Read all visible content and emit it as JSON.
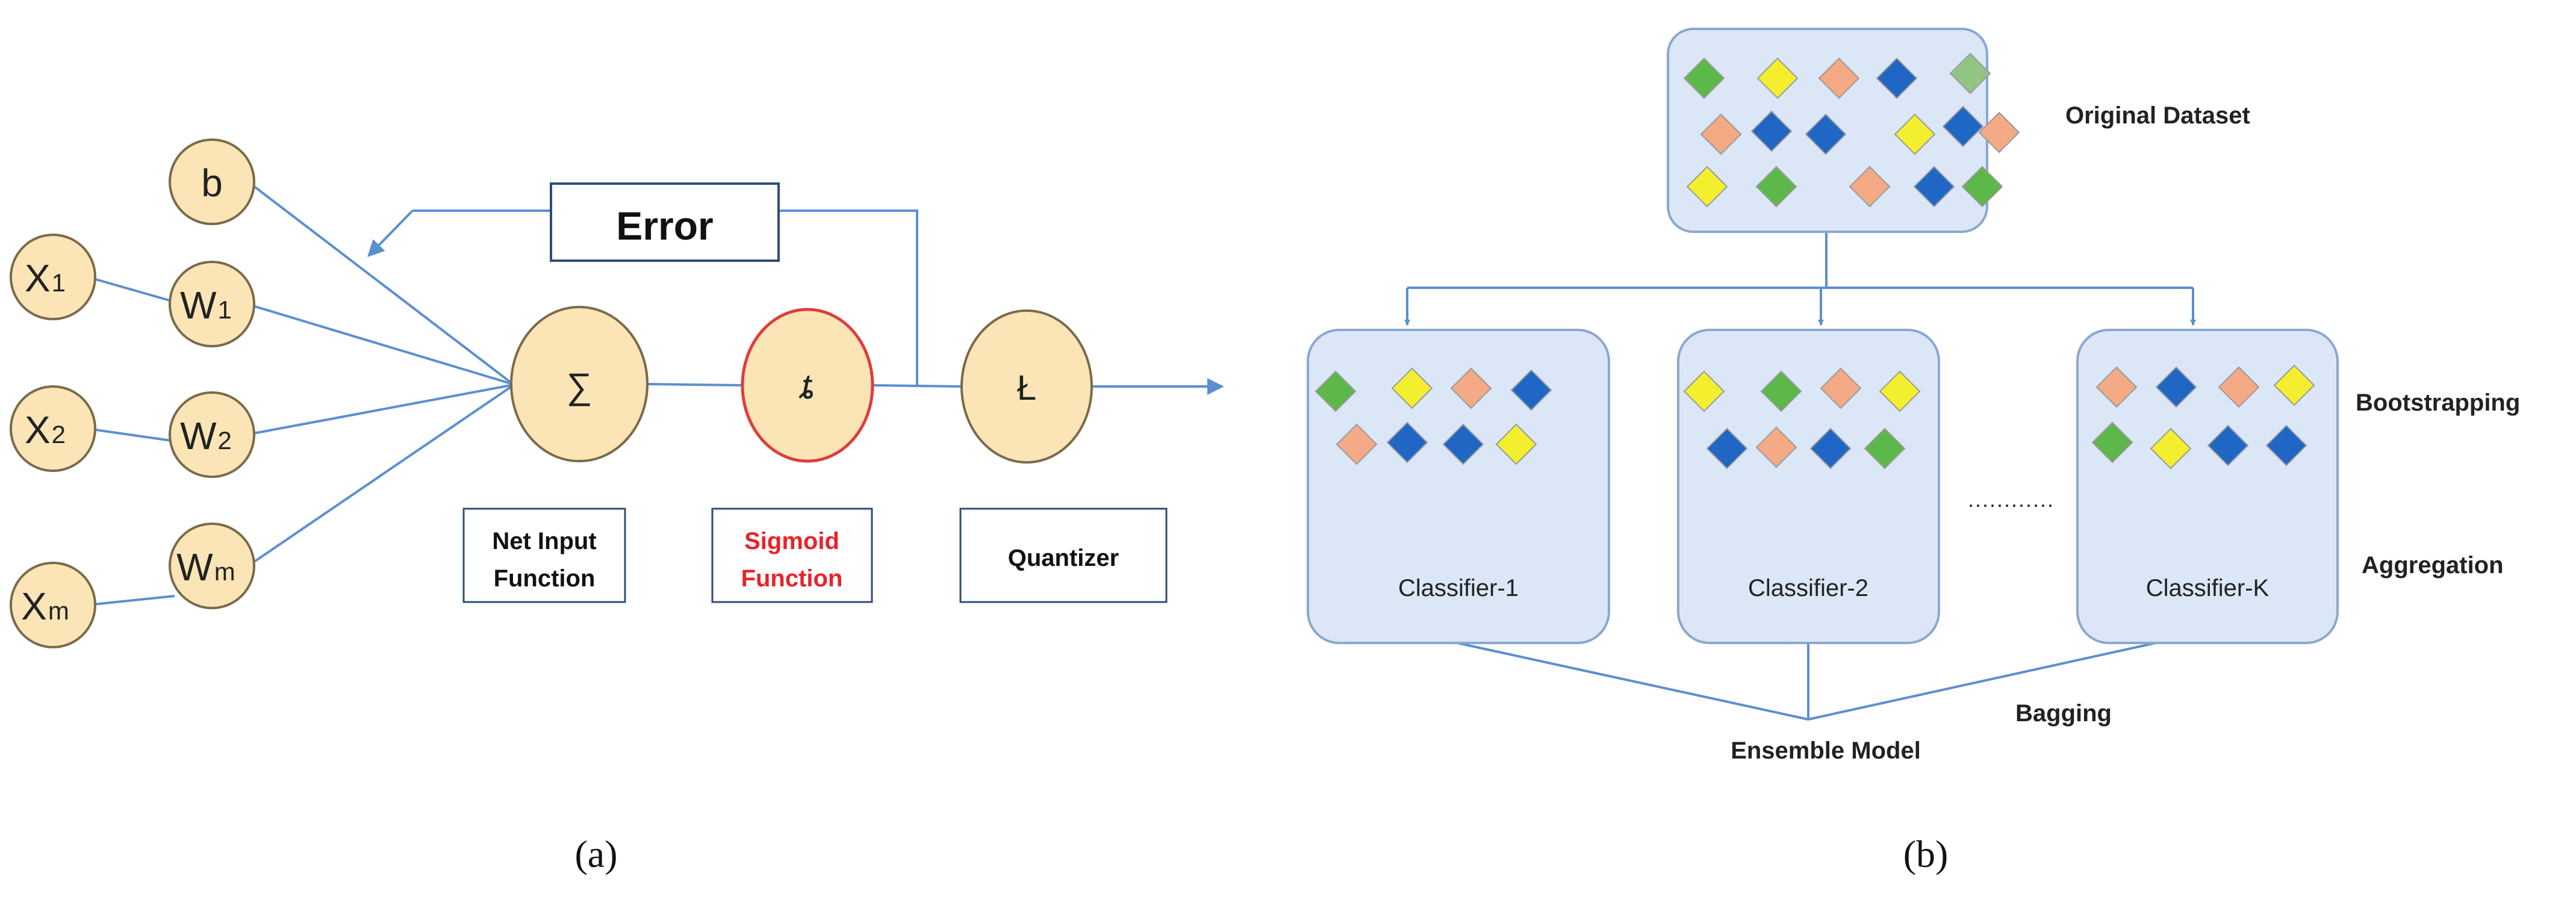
{
  "panel_a": {
    "bias": "b",
    "inputs": [
      {
        "x": "X",
        "x_sub": "1",
        "w": "W",
        "w_sub": "1"
      },
      {
        "x": "X",
        "x_sub": "2",
        "w": "W",
        "w_sub": "2"
      },
      {
        "x": "X",
        "x_sub": "m",
        "w": "W",
        "w_sub": "m"
      }
    ],
    "error_label": "Error",
    "sum_symbol": "∑",
    "sigmoid_symbol": "ȶ",
    "quantizer_symbol": "Ł",
    "net_input_label": [
      "Net Input",
      "Function"
    ],
    "sigmoid_label": [
      "Sigmoid",
      "Function"
    ],
    "quantizer_label": "Quantizer",
    "caption": "(a)",
    "colors": {
      "node_fill": "#fbe5b6",
      "node_stroke": "#7a6a4a",
      "line": "#5b8fd0",
      "sigmoid_stroke": "#e03c3c",
      "sigmoid_text": "#e8232a",
      "box_stroke": "#2e4d77"
    }
  },
  "panel_b": {
    "dataset_label": "Original Dataset",
    "bootstrapping_label": "Bootstrapping",
    "aggregation_label": "Aggregation",
    "bagging_label": "Bagging",
    "ensemble_label": "Ensemble Model",
    "dots": "............",
    "classifiers": [
      {
        "name": "Classifier-1"
      },
      {
        "name": "Classifier-2"
      },
      {
        "name": "Classifier-K"
      }
    ],
    "caption": "(b)",
    "colors": {
      "box_fill": "#dbe6f6",
      "box_stroke": "#8aa8cf",
      "green": "#5cb849",
      "yellow": "#f4ef2e",
      "salmon": "#f4aa85",
      "blue": "#1f66c5",
      "light_green": "#92c584",
      "line": "#5b8fd0"
    }
  }
}
